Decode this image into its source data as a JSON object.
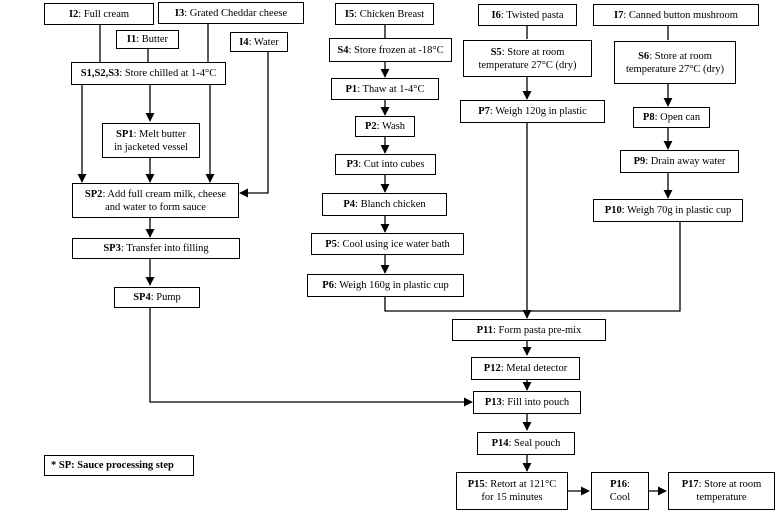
{
  "nodes": {
    "i2": {
      "code": "I2",
      "text": ": Full cream"
    },
    "i3": {
      "code": "I3",
      "text": ": Grated Cheddar cheese"
    },
    "i1": {
      "code": "I1",
      "text": ": Butter"
    },
    "i4": {
      "code": "I4",
      "text": ":  Water"
    },
    "s123": {
      "code": "S1,S2,S3",
      "text": ": Store chilled at 1-4°C"
    },
    "sp1": {
      "code": "SP1",
      "text": ": Melt butter",
      "text2": "in jacketed vessel"
    },
    "sp2": {
      "code": "SP2",
      "text": ": Add full cream milk, cheese",
      "text2": "and water to form sauce"
    },
    "sp3": {
      "code": "SP3",
      "text": ":  Transfer into filling"
    },
    "sp4": {
      "code": "SP4",
      "text": ":  Pump"
    },
    "i5": {
      "code": "I5",
      "text": ": Chicken Breast"
    },
    "s4": {
      "code": "S4",
      "text": ": Store frozen at -18°C"
    },
    "p1": {
      "code": "P1",
      "text": ": Thaw at 1-4°C"
    },
    "p2": {
      "code": "P2",
      "text": ":  Wash"
    },
    "p3": {
      "code": "P3",
      "text": ": Cut into cubes"
    },
    "p4": {
      "code": "P4",
      "text": ": Blanch chicken"
    },
    "p5": {
      "code": "P5",
      "text": ": Cool using ice water bath"
    },
    "p6": {
      "code": "P6",
      "text": ": Weigh 160g in plastic cup"
    },
    "i6": {
      "code": "I6",
      "text": ":  Twisted pasta"
    },
    "s5": {
      "code": "S5",
      "text": ": Store at room",
      "text2": "temperature 27°C (dry)"
    },
    "p7": {
      "code": "P7",
      "text": ": Weigh 120g in plastic"
    },
    "i7": {
      "code": "I7",
      "text": ":  Canned button mushroom"
    },
    "s6": {
      "code": "S6",
      "text": ": Store at room",
      "text2": "temperature 27°C (dry)"
    },
    "p8": {
      "code": "P8",
      "text": ":  Open can"
    },
    "p9": {
      "code": "P9",
      "text": ":  Drain away water"
    },
    "p10": {
      "code": "P10",
      "text": ":  Weigh 70g in plastic cup"
    },
    "p11": {
      "code": "P11",
      "text": ": Form pasta pre-mix"
    },
    "p12": {
      "code": "P12",
      "text": ":  Metal detector"
    },
    "p13": {
      "code": "P13",
      "text": ":  Fill into pouch"
    },
    "p14": {
      "code": "P14",
      "text": ":  Seal pouch"
    },
    "p15": {
      "code": "P15",
      "text": ": Retort at 121°C",
      "text2": "for 15 minutes"
    },
    "p16": {
      "code": "P16",
      "text": ":",
      "text2": "Cool"
    },
    "p17": {
      "code": "P17",
      "text": ": Store at room",
      "text2": "temperature"
    },
    "legend": {
      "code": "* SP: Sauce processing step",
      "text": ""
    }
  }
}
